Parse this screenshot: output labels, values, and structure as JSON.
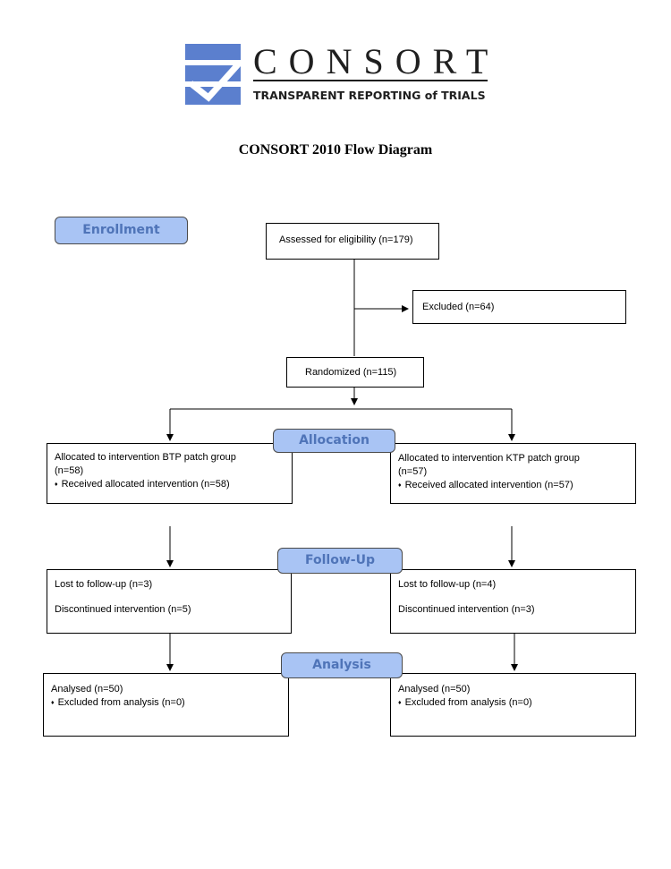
{
  "logo": {
    "wordmark": "CONSORT",
    "tagline": "TRANSPARENT REPORTING of TRIALS"
  },
  "title": "CONSORT 2010 Flow Diagram",
  "stages": {
    "enrollment": "Enrollment",
    "allocation": "Allocation",
    "follow_up": "Follow-Up",
    "analysis": "Analysis"
  },
  "boxes": {
    "assessed": "Assessed for eligibility (n=179)",
    "excluded": "Excluded (n=64)",
    "randomized": "Randomized (n=115)",
    "alloc_left": {
      "line1": "Allocated to intervention BTP patch group",
      "line2": "(n=58)",
      "bullet": "Received allocated intervention (n=58)"
    },
    "alloc_right": {
      "line1": "Allocated to intervention KTP patch group",
      "line2": "(n=57)",
      "bullet": "Received allocated intervention (n=57)"
    },
    "follow_left": {
      "lost": "Lost to follow-up (n=3)",
      "discontinued": "Discontinued intervention (n=5)"
    },
    "follow_right": {
      "lost": "Lost to follow-up (n=4)",
      "discontinued": "Discontinued intervention (n=3)"
    },
    "analysis_left": {
      "analysed": "Analysed (n=50)",
      "bullet": "Excluded from analysis (n=0)"
    },
    "analysis_right": {
      "analysed": "Analysed (n=50)",
      "bullet": "Excluded from analysis (n=0)"
    }
  },
  "colors": {
    "stage_fill": "#a9c4f4",
    "stage_text": "#4f74b8",
    "logo_blue": "#5b7fce",
    "line": "#000000"
  }
}
